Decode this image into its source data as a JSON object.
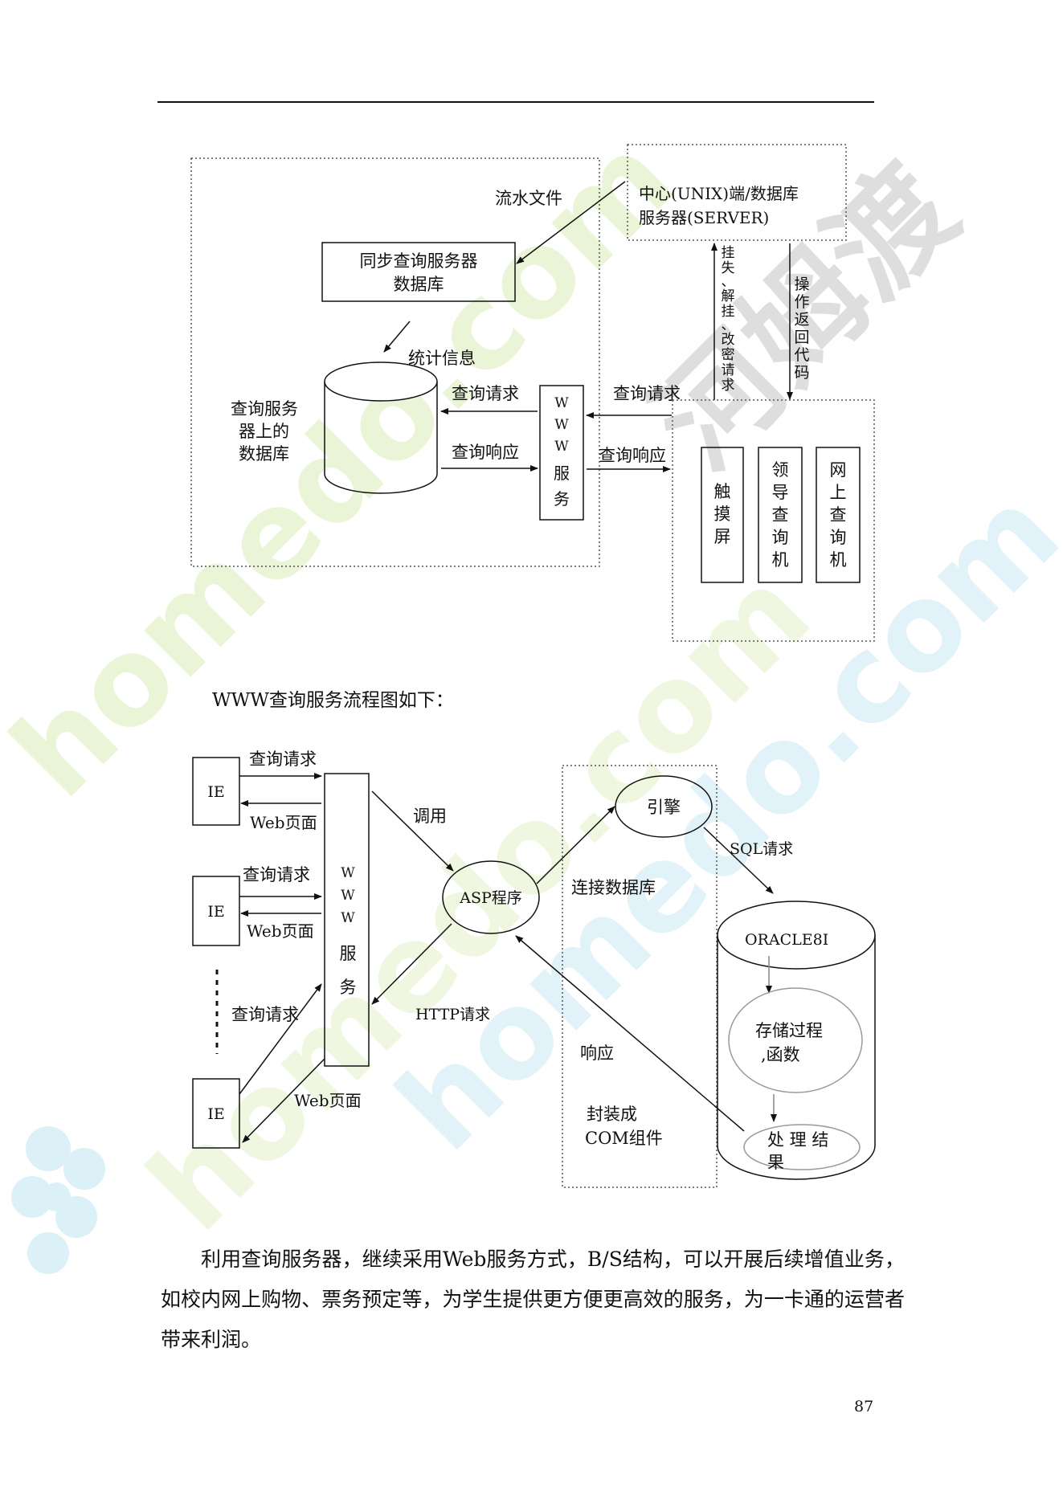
{
  "diagram1": {
    "center_server": [
      "中心(UNIX)端/数据库",
      "服务器(SERVER)"
    ],
    "flow_file": "流水文件",
    "sync_db": [
      "同步查询服务器",
      "数据库"
    ],
    "stats_info": "统计信息",
    "server_db": [
      "查询服务",
      "器上的",
      "数据库"
    ],
    "query_request_inner": "查询请求",
    "query_response_inner": "查询响应",
    "www_service": [
      "W",
      "W",
      "W",
      "服",
      "务"
    ],
    "query_request_outer": "查询请求",
    "query_response_outer": "查询响应",
    "report_loss": [
      "挂",
      "失",
      "、",
      "解",
      "挂",
      "、",
      "改",
      "密",
      "请",
      "求"
    ],
    "op_return": [
      "操",
      "作",
      "返",
      "回",
      "代",
      "码"
    ],
    "terminals": [
      [
        "触",
        "摸",
        "屏"
      ],
      [
        "领",
        "导",
        "查",
        "询",
        "机"
      ],
      [
        "网",
        "上",
        "查",
        "询",
        "机"
      ]
    ]
  },
  "caption": "WWW查询服务流程图如下：",
  "diagram2": {
    "ie_label": "IE",
    "query_request": "查询请求",
    "web_page": "Web页面",
    "www_service": [
      "W",
      "W",
      "W",
      "服",
      "务"
    ],
    "call": "调用",
    "asp_program": "ASP程序",
    "http_request": "HTTP请求",
    "engine": "引擎",
    "connect_db": "连接数据库",
    "sql_request": "SQL请求",
    "oracle": "ORACLE8I",
    "stored_proc": [
      "存储过程",
      ",函数"
    ],
    "process_result": [
      "处 理 结",
      "果"
    ],
    "response": "响应",
    "com_wrap": [
      "封装成",
      "COM组件"
    ]
  },
  "body_text": "利用查询服务器，继续采用Web服务方式，B/S结构，可以开展后续增值业务，如校内网上购物、票务预定等，为学生提供更方便更高效的服务，为一卡通的运营者带来利润。",
  "page_number": "87",
  "watermark": {
    "text": "homedo.com",
    "brand": "河姆渡",
    "colors": {
      "green": "#e7f3cf",
      "blue": "#dcf1f7",
      "gray": "#d9d9d9"
    }
  }
}
